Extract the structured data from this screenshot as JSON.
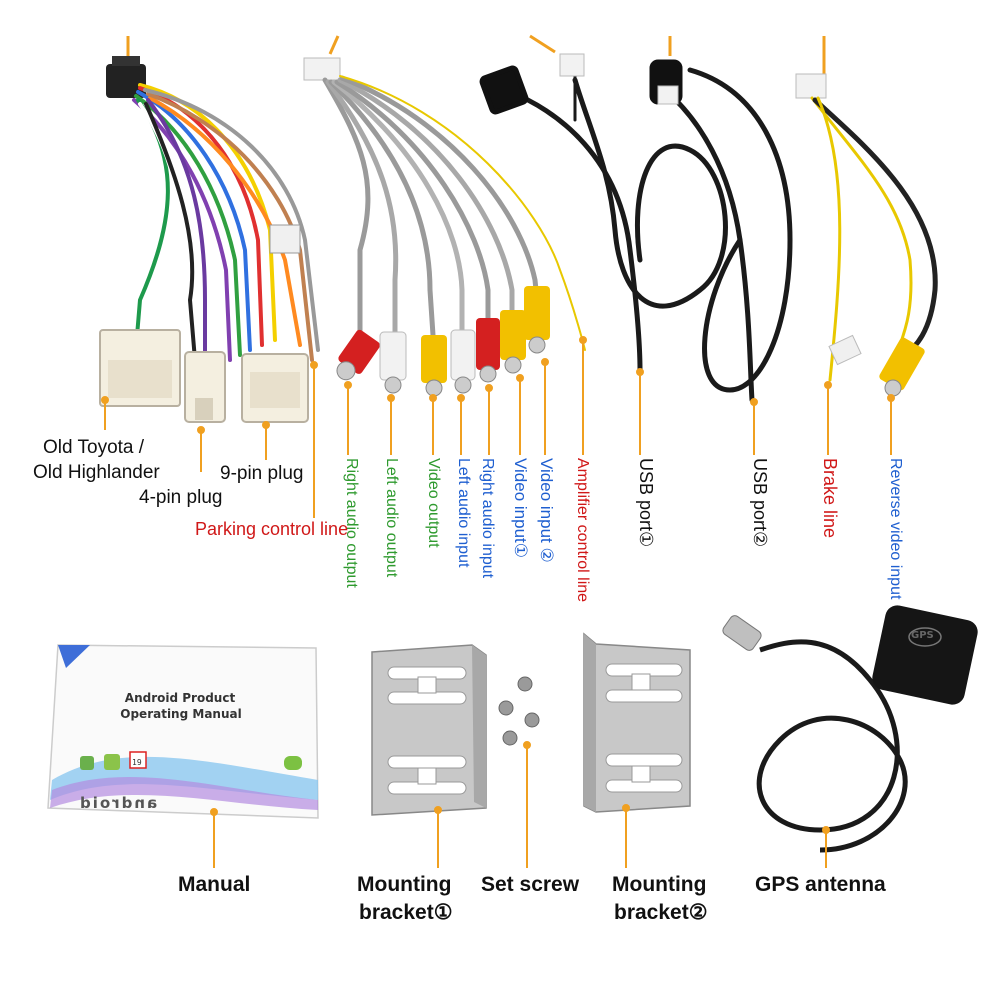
{
  "labels": {
    "old_toyota": "Old Toyota /",
    "old_highlander": "Old Highlander",
    "four_pin": "4-pin plug",
    "nine_pin": "9-pin plug",
    "parking": "Parking control line",
    "right_audio_output": "Right audio output",
    "left_audio_output": "Left audio output",
    "video_output": "Video output",
    "left_audio_input": "Left audio input",
    "right_audio_input": "Right audio input",
    "video_input_1": "Video input①",
    "video_input_2": "Video input ②",
    "amplifier": "Amplifier control line",
    "usb1": "USB port①",
    "usb2": "USB port②",
    "brake": "Brake line",
    "reverse_video": "Reverse video input",
    "manual": "Manual",
    "mounting1_a": "Mounting",
    "mounting1_b": "bracket①",
    "set_screw": "Set screw",
    "mounting2_a": "Mounting",
    "mounting2_b": "bracket②",
    "gps": "GPS antenna"
  },
  "manual_cover": {
    "title_line1": "Android Product",
    "title_line2": "Operating Manual",
    "calendar_day": "19",
    "logo_text": "android"
  },
  "gps_tag": "GPS",
  "colors": {
    "leader": "#f0a020",
    "green_label": "#2f9a2f",
    "blue_label": "#1f5fd0",
    "red_label": "#d01818",
    "rca_red": "#d42020",
    "rca_white": "#f2f2f2",
    "rca_yellow": "#f2c000",
    "bracket": "#c8c8c8"
  }
}
